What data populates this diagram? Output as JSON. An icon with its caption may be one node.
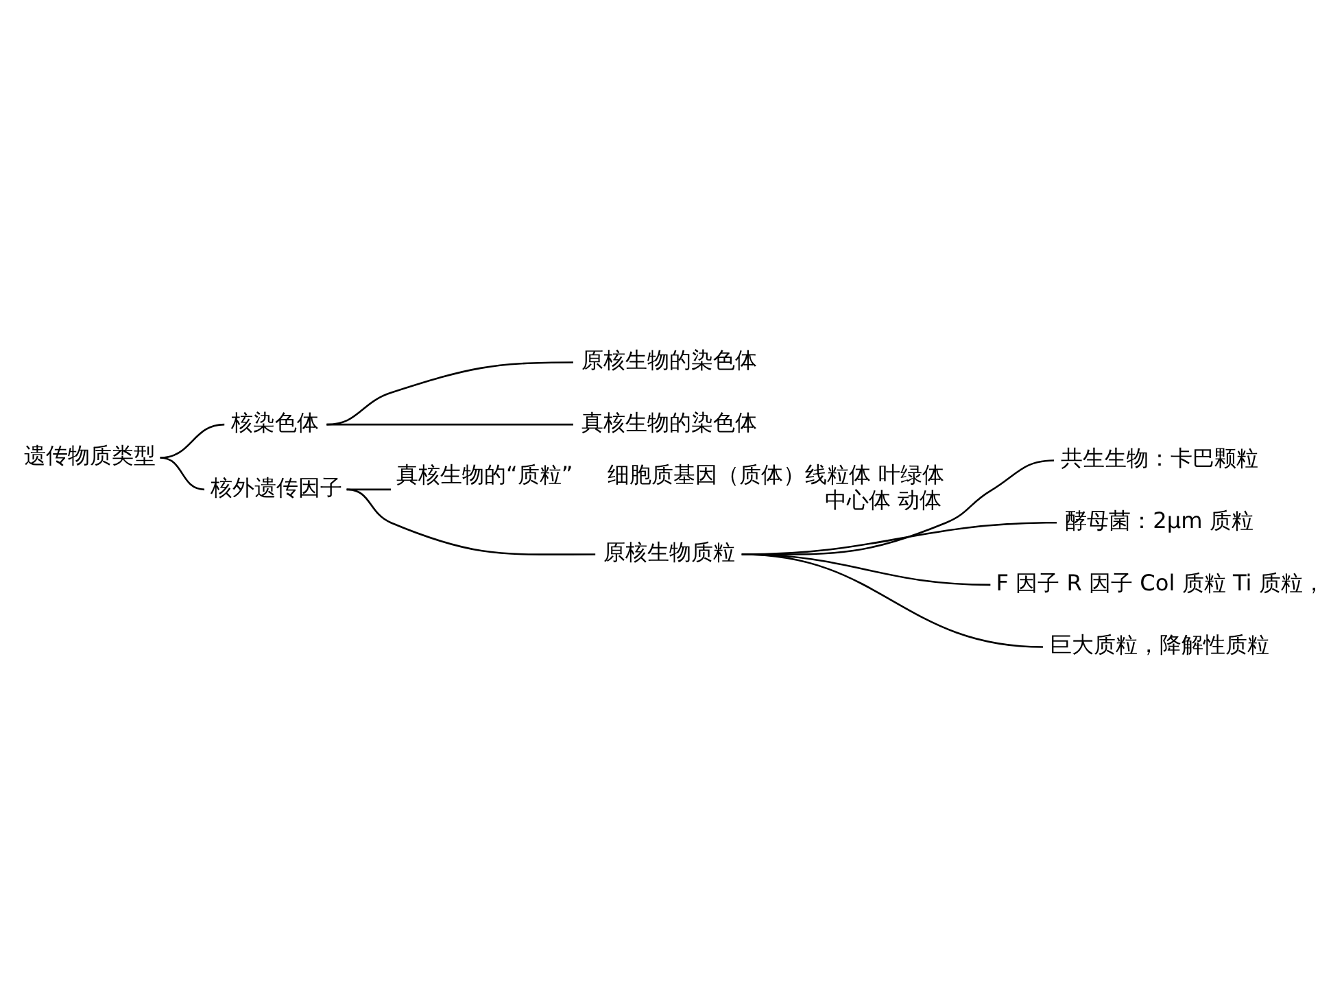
{
  "diagram": {
    "nodes": [
      {
        "text": [
          "遗传物质类型"
        ]
      },
      {
        "text": [
          "核染色体"
        ]
      },
      {
        "text": [
          "原核生物的染色体"
        ]
      },
      {
        "text": [
          "真核生物的染色体"
        ]
      },
      {
        "text": [
          "核外遗传因子"
        ]
      },
      {
        "text": [
          "真核生物的“质粒”"
        ],
        "beside": [
          "细胞质基因（质体）线粒体 叶绿体中心体 动体"
        ]
      },
      {
        "text": [
          "原核生物质粒"
        ]
      },
      {
        "text": [
          "共生生物：卡巴颗粒"
        ]
      },
      {
        "text": [
          "酵母菌：2μm 质粒"
        ]
      },
      {
        "text": [
          "F 因子 R 因子 Col 质粒 Ti 质粒，"
        ]
      },
      {
        "text": [
          "巨大质粒，降解性质粒"
        ]
      }
    ],
    "edges": [
      {
        "from": 0,
        "to": 1,
        "arrow": "none"
      },
      {
        "from": 0,
        "to": 4,
        "arrow": "none"
      },
      {
        "from": 1,
        "to": 2,
        "arrow": "none"
      },
      {
        "from": 1,
        "to": 3,
        "arrow": "none"
      },
      {
        "from": 4,
        "to": 5,
        "arrow": "none"
      },
      {
        "from": 4,
        "to": 6,
        "arrow": "none"
      },
      {
        "from": 6,
        "to": 7,
        "arrow": "none"
      },
      {
        "from": 6,
        "to": 8,
        "arrow": "none"
      },
      {
        "from": 6,
        "to": 9,
        "arrow": "none"
      },
      {
        "from": 6,
        "to": 10,
        "arrow": "none"
      }
    ]
  }
}
